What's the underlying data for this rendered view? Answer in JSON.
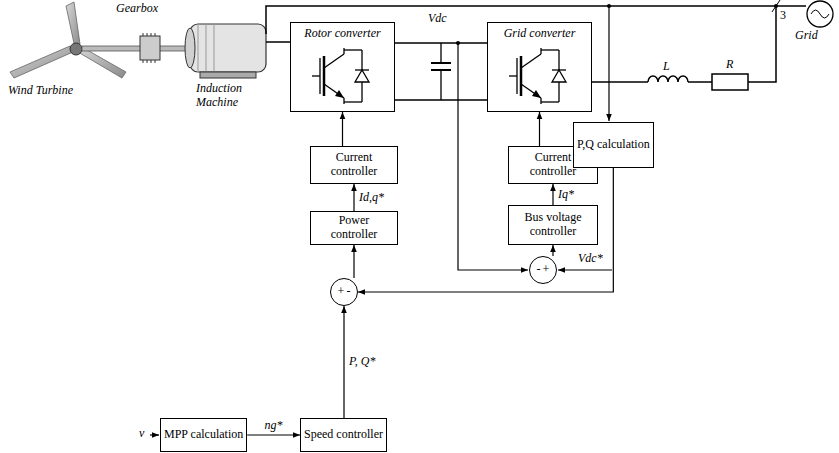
{
  "diagram": {
    "nodes": [
      {
        "text": [
          "Rotor converter"
        ]
      },
      {
        "text": [
          "Grid converter"
        ]
      },
      {
        "text": [
          "Current controller"
        ]
      },
      {
        "text": [
          "Current controller"
        ]
      },
      {
        "text": [
          "P,Q calculation"
        ]
      },
      {
        "text": [
          "Power controller"
        ]
      },
      {
        "text": [
          "Bus voltage controller"
        ]
      },
      {
        "text": [
          "+",
          "-"
        ]
      },
      {
        "text": [
          "-",
          "+"
        ]
      },
      {
        "text": [
          "MPP calculation"
        ]
      },
      {
        "text": [
          "Speed controller"
        ]
      }
    ],
    "edges": [
      {
        "from": 9,
        "to": 10,
        "arrow": "to",
        "label": "ng*"
      },
      {
        "from": 10,
        "to": 7,
        "arrow": "to",
        "label": "P, Q*"
      },
      {
        "from": 7,
        "to": 5,
        "arrow": "to"
      },
      {
        "from": 5,
        "to": 2,
        "arrow": "to",
        "label": "Id,q*"
      },
      {
        "from": 2,
        "to": 0,
        "arrow": "to"
      },
      {
        "from": 4,
        "to": 7,
        "arrow": "to"
      },
      {
        "from": 8,
        "to": 6,
        "arrow": "to"
      },
      {
        "from": 6,
        "to": 3,
        "arrow": "to",
        "label": "Iq*"
      },
      {
        "from": 3,
        "to": 1,
        "arrow": "to"
      },
      {
        "from": 0,
        "to": 1,
        "arrow": "none"
      }
    ],
    "labels": [
      "Wind Turbine",
      "Gearbox",
      "Induction Machine",
      "Vdc",
      "3",
      "Grid",
      "L",
      "R",
      "v",
      "Vdc*"
    ]
  }
}
